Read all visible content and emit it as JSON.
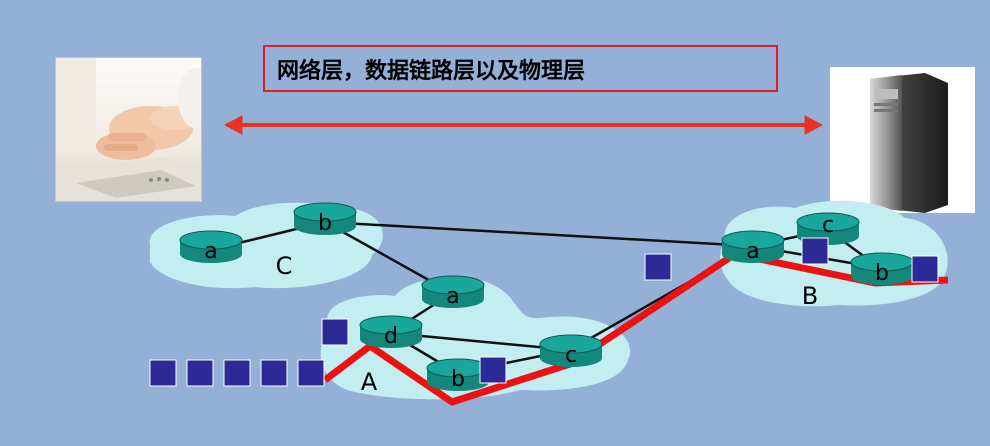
{
  "title": "网络层，数据链路层以及物理层",
  "networks": {
    "C": {
      "label": "C",
      "routers": [
        "a",
        "b"
      ]
    },
    "A": {
      "label": "A",
      "routers": [
        "a",
        "d",
        "b",
        "c"
      ]
    },
    "B": {
      "label": "B",
      "routers": [
        "a",
        "c",
        "b"
      ]
    }
  },
  "colors": {
    "background": "#94b0d7",
    "cloud": "#c2eef2",
    "router": "#1aa79b",
    "path": "#ee1111",
    "arrow": "#e83322",
    "packet": "#2b2a96"
  },
  "icons": [
    "laptop-host-icon",
    "server-host-icon"
  ]
}
